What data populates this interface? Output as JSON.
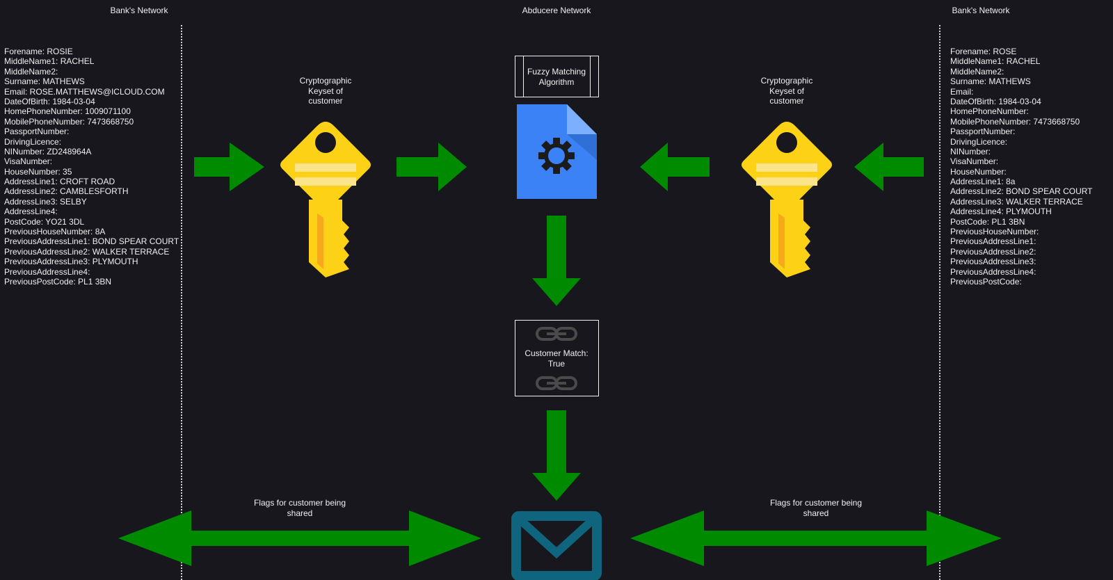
{
  "networks": {
    "left": "Bank's Network",
    "center": "Abducere Network",
    "right": "Bank's Network"
  },
  "left_record": [
    "Forename: ROSIE",
    "MiddleName1: RACHEL",
    "MiddleName2:",
    "Surname: MATHEWS",
    "Email: ROSE.MATTHEWS@ICLOUD.COM",
    "DateOfBirth: 1984-03-04",
    "HomePhoneNumber: 1009071100",
    "MobilePhoneNumber: 7473668750",
    "PassportNumber:",
    "DrivingLicence:",
    "NINumber: ZD248964A",
    "VisaNumber:",
    "HouseNumber: 35",
    "AddressLine1: CROFT ROAD",
    "AddressLine2: CAMBLESFORTH",
    "AddressLine3: SELBY",
    "AddressLine4:",
    "PostCode: YO21 3DL",
    "PreviousHouseNumber: 8A",
    "PreviousAddressLine1: BOND SPEAR COURT",
    "PreviousAddressLine2: WALKER TERRACE",
    "PreviousAddressLine3: PLYMOUTH",
    "PreviousAddressLine4:",
    "PreviousPostCode: PL1 3BN"
  ],
  "right_record": [
    "Forename: ROSE",
    "MiddleName1: RACHEL",
    "MiddleName2:",
    "Surname: MATHEWS",
    "Email:",
    "DateOfBirth: 1984-03-04",
    "HomePhoneNumber:",
    "MobilePhoneNumber: 7473668750",
    "PassportNumber:",
    "DrivingLicence:",
    "NINumber:",
    "VisaNumber:",
    "HouseNumber:",
    "AddressLine1: 8a",
    "AddressLine2: BOND SPEAR COURT",
    "AddressLine3: WALKER TERRACE",
    "AddressLine4: PLYMOUTH",
    "PostCode: PL1 3BN",
    "PreviousHouseNumber:",
    "PreviousAddressLine1:",
    "PreviousAddressLine2:",
    "PreviousAddressLine3:",
    "PreviousAddressLine4:",
    "PreviousPostCode:"
  ],
  "keys": {
    "left_caption": "Cryptographic Keyset of customer",
    "right_caption": "Cryptographic Keyset of customer",
    "icon": "key-icon"
  },
  "algorithm": {
    "label_line1": "Fuzzy Matching",
    "label_line2": "Algorithm",
    "icon": "gear-document-icon"
  },
  "match": {
    "label_line1": "Customer Match:",
    "label_line2": "True",
    "icon": "link-icon"
  },
  "flags": {
    "left_caption": "Flags for customer being shared",
    "right_caption": "Flags for customer being shared",
    "icon": "mail-icon"
  },
  "colors": {
    "background": "#18171e",
    "arrow": "#008a00",
    "key_body": "#fcd116",
    "key_stripe": "#fbe48a",
    "key_shadow": "#f7a81b",
    "document": "#3b82f6",
    "document_fold": "#7cb0ff",
    "mail": "#10657e",
    "link": "#4a4a4a"
  }
}
